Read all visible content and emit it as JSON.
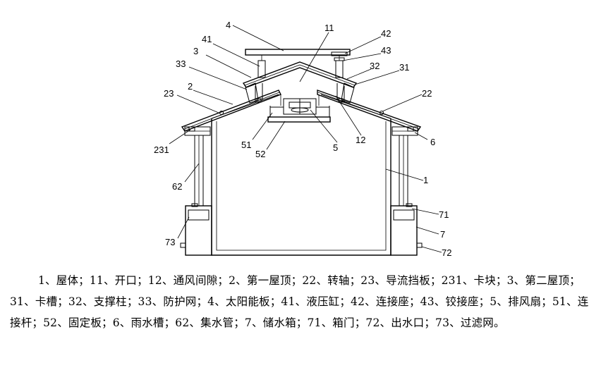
{
  "labels": {
    "l4": "4",
    "l11": "11",
    "l41": "41",
    "l42": "42",
    "l3": "3",
    "l43": "43",
    "l33": "33",
    "l32": "32",
    "l31": "31",
    "l23": "23",
    "l2": "2",
    "l22": "22",
    "l51": "51",
    "l12": "12",
    "l231": "231",
    "l6": "6",
    "l52": "52",
    "l5": "5",
    "l1": "1",
    "l62": "62",
    "l71": "71",
    "l7": "7",
    "l73": "73",
    "l72": "72"
  },
  "legend": "1、屋体；11、开口；12、通风间隙；2、第一屋顶；22、转轴；23、导流挡板；231、卡块；3、第二屋顶；31、卡槽；32、支撑柱；33、防护网；4、太阳能板；41、液压缸；42、连接座；43、铰接座；5、排风扇；51、连接杆；52、固定板；6、雨水槽；62、集水管；7、储水箱；71、箱门；72、出水口；73、过滤网。"
}
